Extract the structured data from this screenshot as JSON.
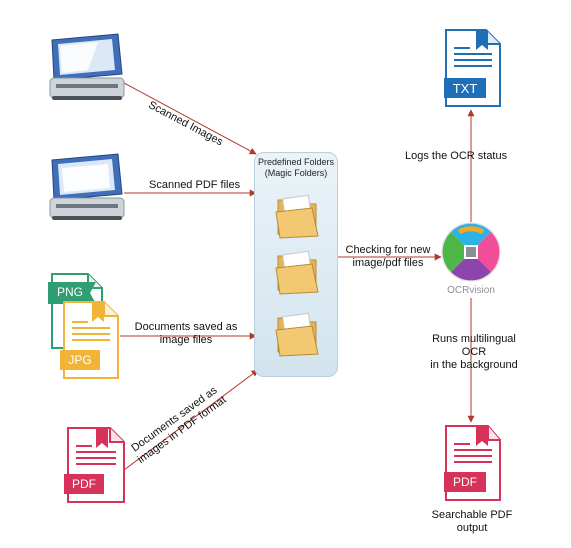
{
  "labels": {
    "scanned_images": "Scanned Images",
    "scanned_pdf_files": "Scanned PDF files",
    "documents_saved_line1": "Documents saved as",
    "documents_saved_line2": "image files",
    "documents_pdf_line1": "Documents saved as",
    "documents_pdf_line2": "images in PDF format",
    "predefined_line1": "Predefined Folders",
    "predefined_line2": "(Magic Folders)",
    "checking_line1": "Checking for new",
    "checking_line2": "image/pdf files",
    "logs_status": "Logs the OCR status",
    "runs_line1": "Runs multilingual",
    "runs_line2": "OCR",
    "runs_line3": "in the background",
    "output_line1": "Searchable PDF",
    "output_line2": "output"
  },
  "icons": {
    "png_tag": "PNG",
    "jpg_tag": "JPG",
    "pdf_input_tag": "PDF",
    "pdf_output_tag": "PDF",
    "txt_tag": "TXT",
    "app_name": "OCRvision"
  },
  "colors": {
    "arrow": "#b03a2e",
    "png": "#2f9e74",
    "jpg": "#f1b338",
    "pdf": "#d6325a",
    "txt": "#1e6fb8"
  }
}
